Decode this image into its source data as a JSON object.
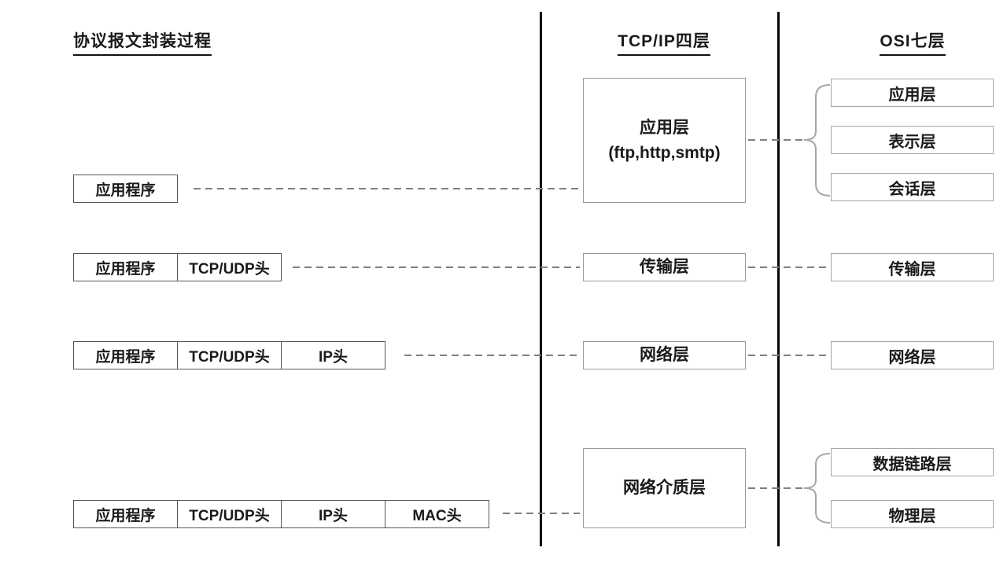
{
  "titles": {
    "left": "协议报文封装过程",
    "middle": "TCP/IP四层",
    "right": "OSI七层"
  },
  "encapsulation": {
    "rows": [
      {
        "cells": [
          "应用程序"
        ]
      },
      {
        "cells": [
          "应用程序",
          "TCP/UDP头"
        ]
      },
      {
        "cells": [
          "应用程序",
          "TCP/UDP头",
          "IP头"
        ]
      },
      {
        "cells": [
          "应用程序",
          "TCP/UDP头",
          "IP头",
          "MAC头"
        ]
      }
    ]
  },
  "tcpip": {
    "layers": [
      {
        "label": "应用层",
        "sub": "(ftp,http,smtp)"
      },
      {
        "label": "传输层",
        "sub": ""
      },
      {
        "label": "网络层",
        "sub": ""
      },
      {
        "label": "网络介质层",
        "sub": ""
      }
    ]
  },
  "osi": {
    "layers": [
      "应用层",
      "表示层",
      "会话层",
      "传输层",
      "网络层",
      "数据链路层",
      "物理层"
    ]
  },
  "colors": {
    "text": "#1a1a1a",
    "divider": "#050505",
    "dashed_connector": "#808080",
    "brace": "#a6a6a6",
    "box_border_dark": "#555555",
    "box_border_light": "#a6a6a6"
  }
}
